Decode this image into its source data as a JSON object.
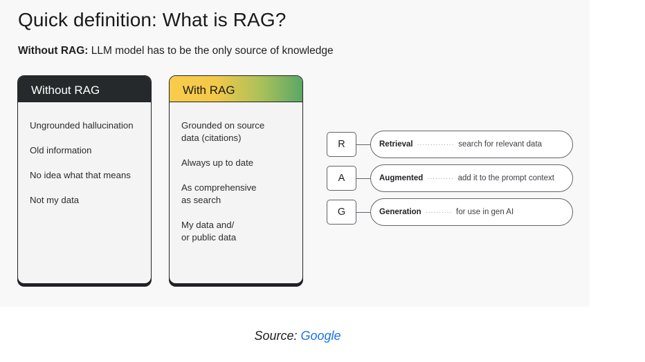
{
  "title": "Quick definition: What is RAG?",
  "subtitle": {
    "bold": "Without RAG:",
    "rest": " LLM model has to be the only source of knowledge"
  },
  "cards": {
    "without": {
      "header": "Without RAG",
      "items": [
        "Ungrounded hallucination",
        "Old information",
        "No idea what that means",
        "Not my data"
      ]
    },
    "with": {
      "header": "With RAG",
      "items": [
        "Grounded on source\ndata (citations)",
        "Always up to date",
        "As comprehensive\nas search",
        "My data and/\nor public data"
      ]
    }
  },
  "rag": [
    {
      "letter": "R",
      "term": "Retrieval",
      "dots": "··············",
      "desc": "search for relevant data"
    },
    {
      "letter": "A",
      "term": "Augmented",
      "dots": "··········",
      "desc": "add it to the prompt context"
    },
    {
      "letter": "G",
      "term": "Generation",
      "dots": "··········",
      "desc": "for use in gen AI"
    }
  ],
  "source": {
    "label": "Source:",
    "link": "Google"
  },
  "colors": {
    "dark_header": "#26292b",
    "gradient_start": "#f9cc4a",
    "gradient_end": "#5aa765",
    "link": "#1a73e8"
  }
}
